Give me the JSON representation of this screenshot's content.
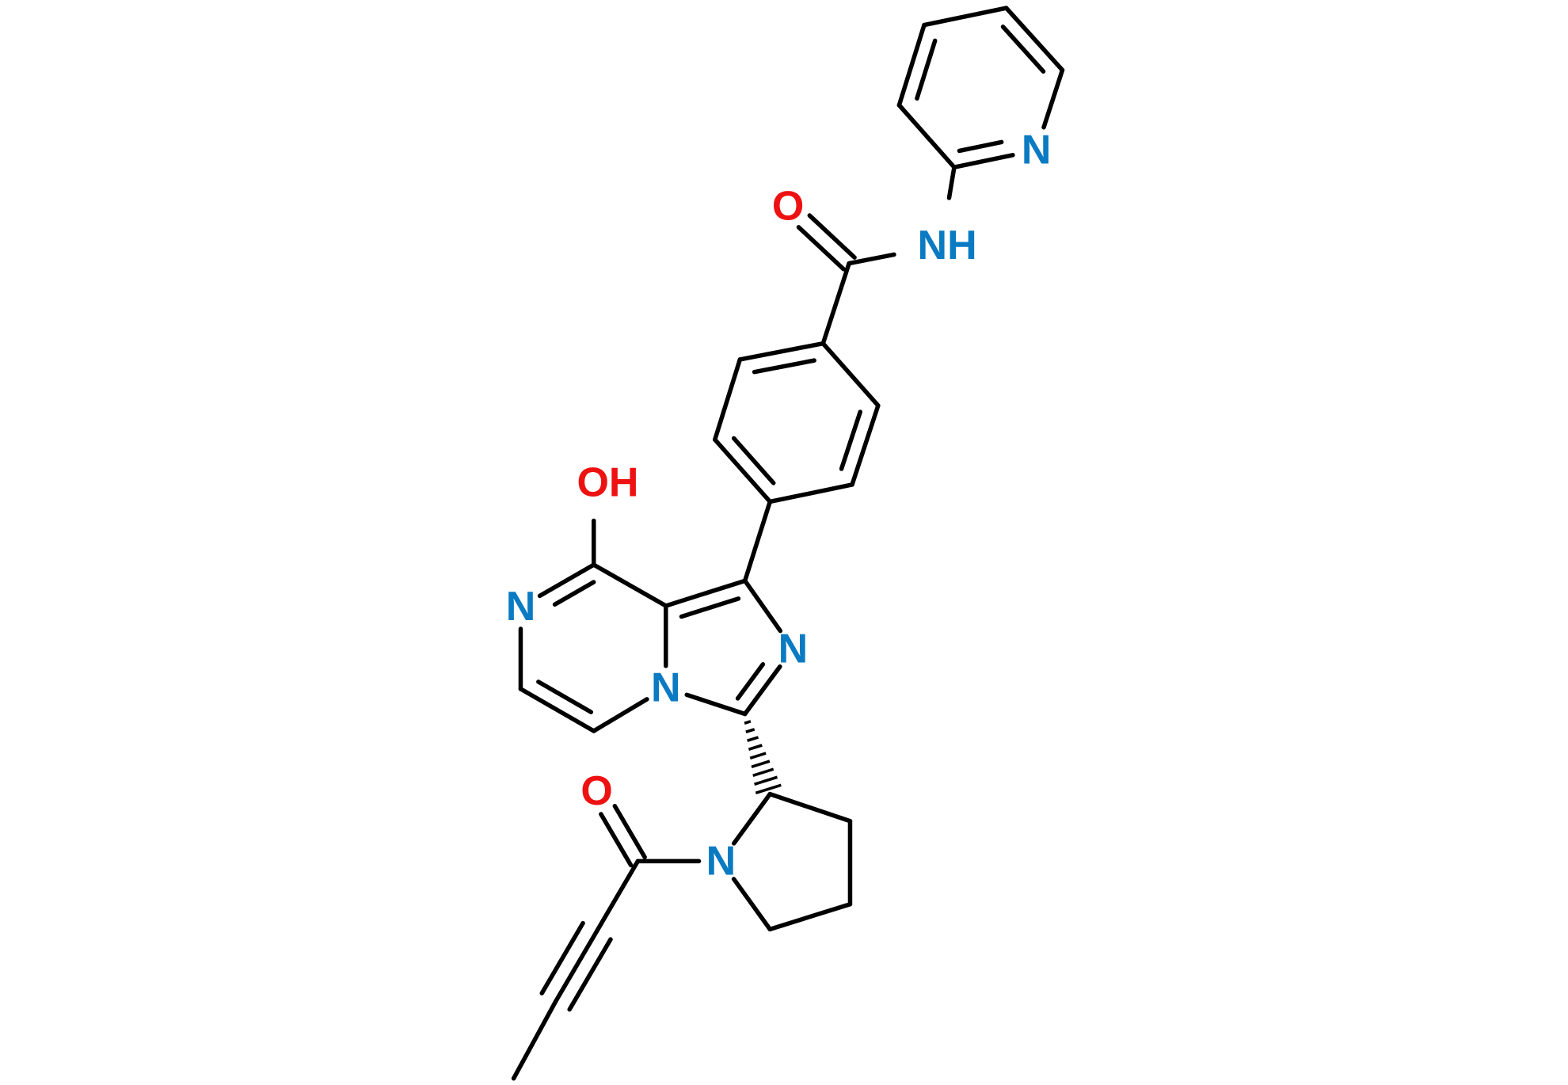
{
  "structure": {
    "colors": {
      "bond": "#000000",
      "nitrogen": "#0a7ac2",
      "oxygen": "#ee1111"
    },
    "atoms": [
      {
        "id": "n_pyr",
        "symbol": "N"
      },
      {
        "id": "nh_amide",
        "symbol": "NH"
      },
      {
        "id": "o_amide",
        "symbol": "O"
      },
      {
        "id": "oh_hydroxy",
        "symbol": "OH"
      },
      {
        "id": "n_pyrazine",
        "symbol": "N"
      },
      {
        "id": "n_imidazole",
        "symbol": "N"
      },
      {
        "id": "n_bridge",
        "symbol": "N"
      },
      {
        "id": "o_acyl",
        "symbol": "O"
      },
      {
        "id": "n_pyrrolidine",
        "symbol": "N"
      }
    ]
  }
}
